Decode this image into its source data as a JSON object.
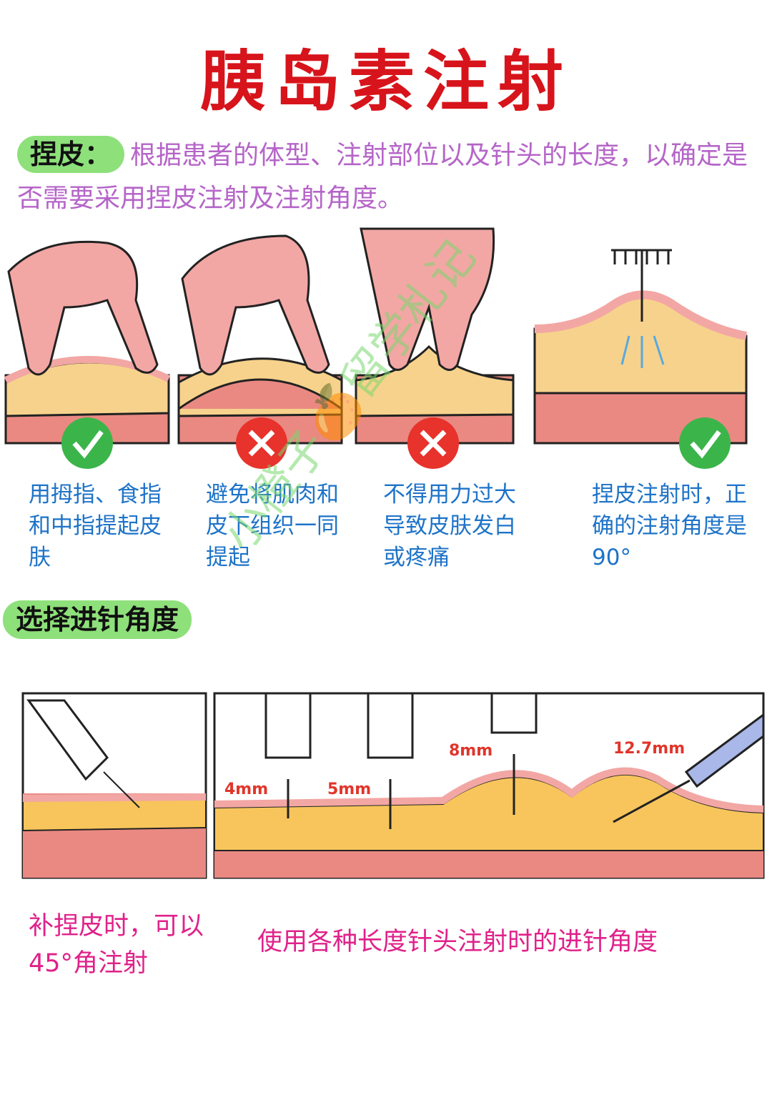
{
  "title": "胰岛素注射",
  "skin_pinch": {
    "label": "捏皮：",
    "description": "根据患者的体型、注射部位以及针头的长度，以确定是否需要采用捏皮注射及注射角度。"
  },
  "panels": [
    {
      "status": "correct",
      "caption": "用拇指、食指和中指提起皮肤"
    },
    {
      "status": "wrong",
      "caption": "避免将肌肉和皮下组织一同提起"
    },
    {
      "status": "wrong",
      "caption": "不得用力过大导致皮肤发白或疼痛"
    },
    {
      "status": "correct",
      "caption": "捏皮注射时，正确的注射角度是90°"
    }
  ],
  "needle_angle": {
    "label": "选择进针角度",
    "left_caption": "补捏皮时，可以45°角注射",
    "right_caption": "使用各种长度针头注射时的进针角度",
    "needle_lengths": [
      "4mm",
      "5mm",
      "8mm",
      "12.7mm"
    ]
  },
  "watermark": "小橙子🍊留学札记",
  "colors": {
    "title": "#d7141b",
    "label_bg": "#8ee07a",
    "intro_text": "#b565c8",
    "caption_text": "#1e73c8",
    "pink_text": "#e0218a",
    "skin": "#f2a7a4",
    "fat": "#f7d28c",
    "muscle": "#e98982",
    "correct": "#3bb54a",
    "wrong": "#e8322c"
  },
  "icons": [
    "check-icon",
    "cross-icon",
    "orange-icon",
    "syringe-icon"
  ]
}
